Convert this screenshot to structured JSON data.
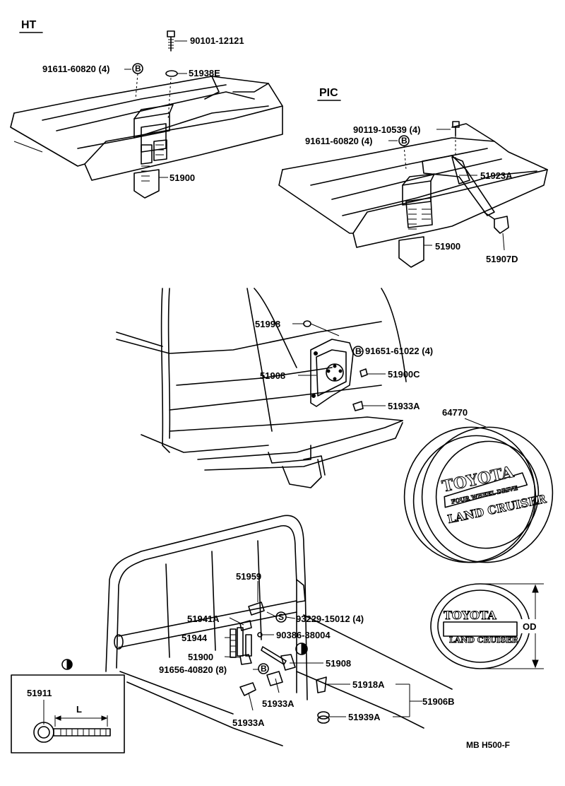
{
  "sections": {
    "ht": "HT",
    "pic": "PIC"
  },
  "labels": {
    "p90101": "90101-12121",
    "p91611_a": "91611-60820 (4)",
    "p51938e": "51938E",
    "p51900_a": "51900",
    "p90119": "90119-10539 (4)",
    "p91611_b": "91611-60820 (4)",
    "p51923a": "51923A",
    "p51900_b": "51900",
    "p51907d": "51907D",
    "p51998": "51998",
    "p91651": "91651-61022 (4)",
    "p51908_a": "51908",
    "p51900c": "51900C",
    "p51933a_a": "51933A",
    "p64770": "64770",
    "p51959": "51959",
    "p51941a": "51941A",
    "p93229": "93229-15012 (4)",
    "p51944": "51944",
    "p90386": "90386-38004",
    "p51900_c": "51900",
    "p51908_b": "51908",
    "p91656": "91656-40820 (8)",
    "p51918a": "51918A",
    "p51906b": "51906B",
    "p51933a_b": "51933A",
    "p51933a_c": "51933A",
    "p51939a": "51939A",
    "p51911": "51911",
    "dim_l": "L",
    "dim_od": "OD",
    "footer": "MB  H500-F"
  },
  "markers": {
    "b": "B",
    "s": "S"
  },
  "cover_text": {
    "brand": "TOYOTA",
    "model": "LAND CRUISER",
    "drive": "FOUR WHEEL DRIVE"
  }
}
